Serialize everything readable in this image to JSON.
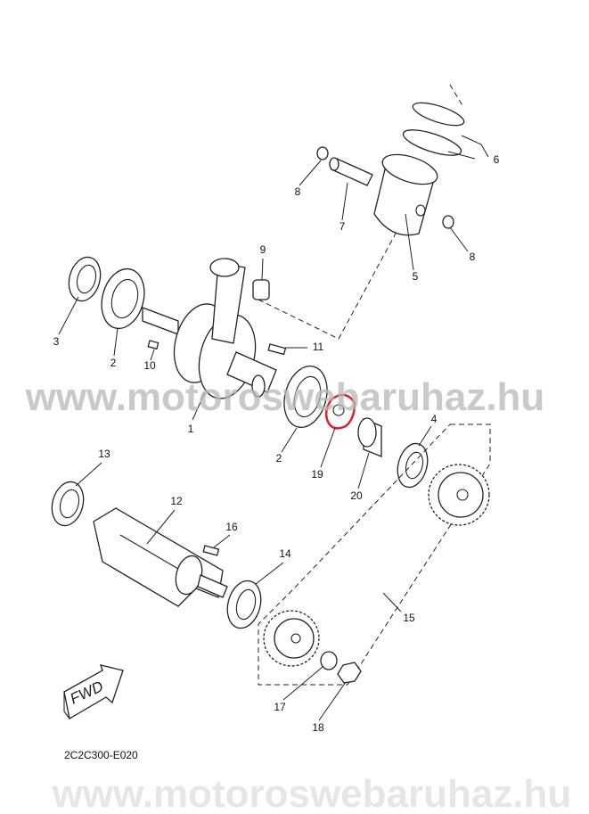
{
  "diagram": {
    "code": "2C2C300-E020",
    "fwd_label": "FWD",
    "watermark": "www.motoroswebaruhaz.hu",
    "highlight_color": "#e0202a",
    "callouts": [
      "1",
      "2",
      "2",
      "3",
      "4",
      "5",
      "6",
      "7",
      "8",
      "8",
      "9",
      "10",
      "11",
      "12",
      "13",
      "14",
      "15",
      "16",
      "17",
      "18",
      "19",
      "20"
    ]
  }
}
